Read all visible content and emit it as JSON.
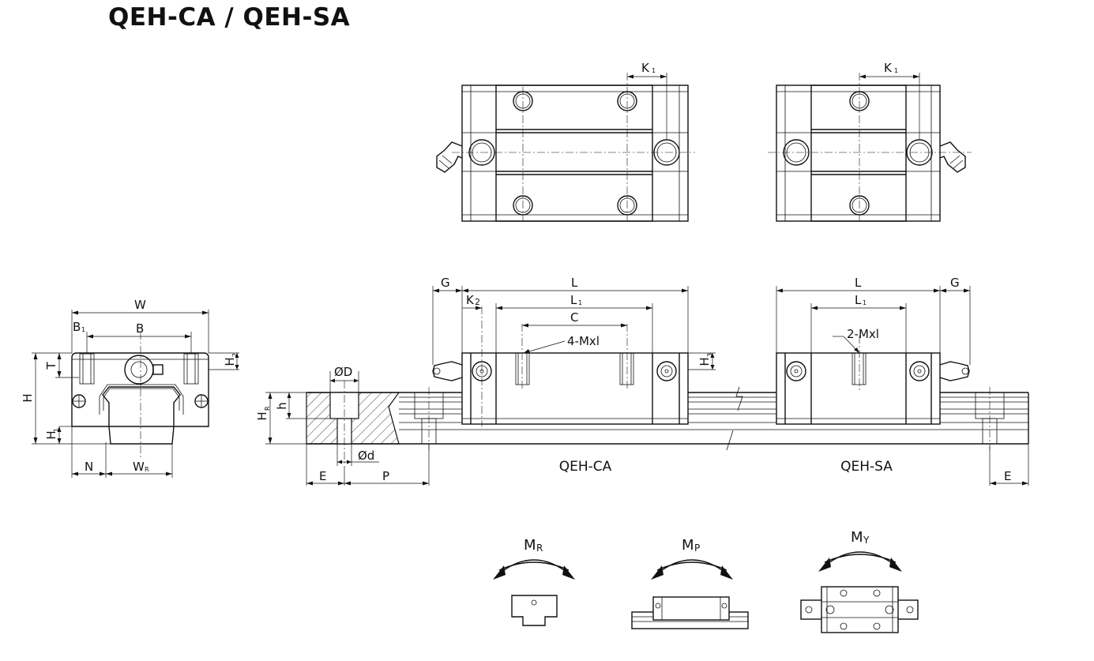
{
  "title": "QEH-CA / QEH-SA",
  "labels": {
    "K": "K",
    "K_sub": "1",
    "W": "W",
    "B": "B",
    "B1": "B",
    "B1_sub": "1",
    "H": "H",
    "H1": "H",
    "H1_sub": "1",
    "H2": "H",
    "H2_sub": "2",
    "T": "T",
    "N": "N",
    "WR": "W",
    "WR_sub": "R",
    "G": "G",
    "L": "L",
    "L1": "L",
    "L1_sub": "1",
    "K2": "K",
    "K2_sub": "2",
    "C": "C",
    "M4": "4-Mxl",
    "M2": "2-Mxl",
    "H3": "H",
    "H3_sub": "3",
    "OD": "ØD",
    "Od": "Ød",
    "h": "h",
    "HR": "H",
    "HR_sub": "R",
    "E": "E",
    "P": "P"
  },
  "captions": {
    "ca": "QEH-CA",
    "sa": "QEH-SA"
  },
  "moments": {
    "mr": "M",
    "mr_sub": "R",
    "mp": "M",
    "mp_sub": "P",
    "my": "M",
    "my_sub": "Y"
  }
}
